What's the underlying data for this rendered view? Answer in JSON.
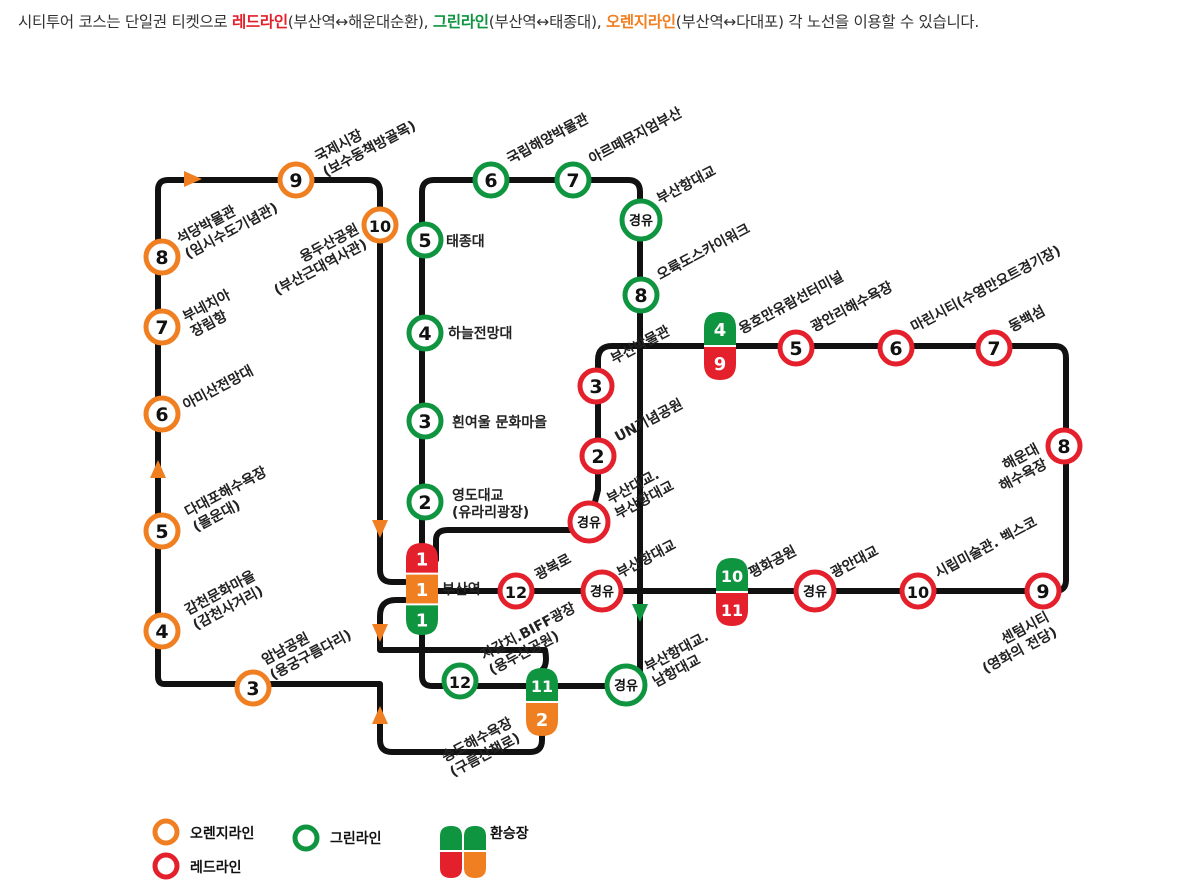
{
  "intro": {
    "p1": "시티투어 코스는 단일권 티켓으로 ",
    "red_name": "레드라인",
    "red_route": "(부산역↔해운대순환), ",
    "green_name": "그린라인",
    "green_route": "(부산역↔태종대), ",
    "orange_name": "오렌지라인",
    "orange_route": "(부산역↔다대포) 각 노선을 이용할 수 있습니다."
  },
  "colors": {
    "red": "#e3202c",
    "green": "#0f9440",
    "orange": "#f07f22",
    "track": "#111111"
  },
  "stops": {
    "orange": {
      "o3": {
        "num": "3",
        "label": [
          "암남공원",
          "(용궁구름다리)"
        ]
      },
      "o4": {
        "num": "4",
        "label": [
          "감천문화마을",
          "(감천사거리)"
        ]
      },
      "o5": {
        "num": "5",
        "label": [
          "다대포해수욕장",
          "(몰운대)"
        ]
      },
      "o6": {
        "num": "6",
        "label": [
          "아미산전망대"
        ]
      },
      "o7": {
        "num": "7",
        "label": [
          "부네치아",
          "장림항"
        ]
      },
      "o8": {
        "num": "8",
        "label": [
          "석당박물관",
          "(임시수도기념관)"
        ]
      },
      "o9": {
        "num": "9",
        "label": [
          "국제시장",
          "(보수동책방골목)"
        ]
      },
      "o10": {
        "num": "10",
        "label": [
          "용두산공원",
          "(부산근대역사관)"
        ]
      }
    },
    "green": {
      "g2": {
        "num": "2",
        "label": [
          "영도대교",
          "(유라리광장)"
        ]
      },
      "g3": {
        "num": "3",
        "label": [
          "흰여울 문화마을"
        ]
      },
      "g4": {
        "num": "4",
        "label": [
          "하늘전망대"
        ]
      },
      "g5": {
        "num": "5",
        "label": [
          "태종대"
        ]
      },
      "g6": {
        "num": "6",
        "label": [
          "국립해양박물관"
        ]
      },
      "g7": {
        "num": "7",
        "label": [
          "아르떼뮤지엄부산"
        ]
      },
      "g_via1": {
        "num": "경유",
        "label": [
          "부산항대교"
        ]
      },
      "g8": {
        "num": "8",
        "label": [
          "오륙도스카이워크"
        ]
      },
      "g_via2": {
        "num": "경유",
        "label": [
          "부산항대교.",
          "남항대교"
        ]
      },
      "g12": {
        "num": "12",
        "label": [
          "자갈치.BIFF광장",
          "(용두산공원)"
        ]
      }
    },
    "red": {
      "r2": {
        "num": "2",
        "label": [
          "UN기념공원"
        ]
      },
      "r3": {
        "num": "3",
        "label": [
          "부산박물관"
        ]
      },
      "r5": {
        "num": "5",
        "label": [
          "광안리해수욕장"
        ]
      },
      "r6": {
        "num": "6",
        "label": [
          "마린시티(수영만요트경기장)"
        ]
      },
      "r7": {
        "num": "7",
        "label": [
          "동백섬"
        ]
      },
      "r8": {
        "num": "8",
        "label": [
          "해운대",
          "해수욕장"
        ]
      },
      "r9": {
        "num": "9",
        "label": [
          "센텀시티",
          "(영화의 전당)"
        ]
      },
      "r10": {
        "num": "10",
        "label": [
          "시립미술관. 벡스코"
        ]
      },
      "r_via3": {
        "num": "경유",
        "label": [
          "광안대교"
        ]
      },
      "r_via2": {
        "num": "경유",
        "label": [
          "부산항대교"
        ]
      },
      "r_via1": {
        "num": "경유",
        "label": [
          "부산대교.",
          "부산항대교"
        ]
      },
      "r12": {
        "num": "12",
        "label": [
          "광복로"
        ]
      }
    },
    "transfer": {
      "busan_station": {
        "red": "1",
        "orange": "1",
        "green": "1",
        "label": "부산역"
      },
      "t4_9": {
        "top": "4",
        "bottom": "9",
        "label": "용호만유람선터미널"
      },
      "t10_11": {
        "top": "10",
        "bottom": "11",
        "label": "평화공원"
      },
      "t11_2": {
        "top": "11",
        "bottom": "2",
        "label": [
          "송도해수욕장",
          "(구름산책로)"
        ]
      }
    }
  },
  "legend": {
    "orange": "오렌지라인",
    "green": "그린라인",
    "red": "레드라인",
    "transfer": "환승장"
  }
}
